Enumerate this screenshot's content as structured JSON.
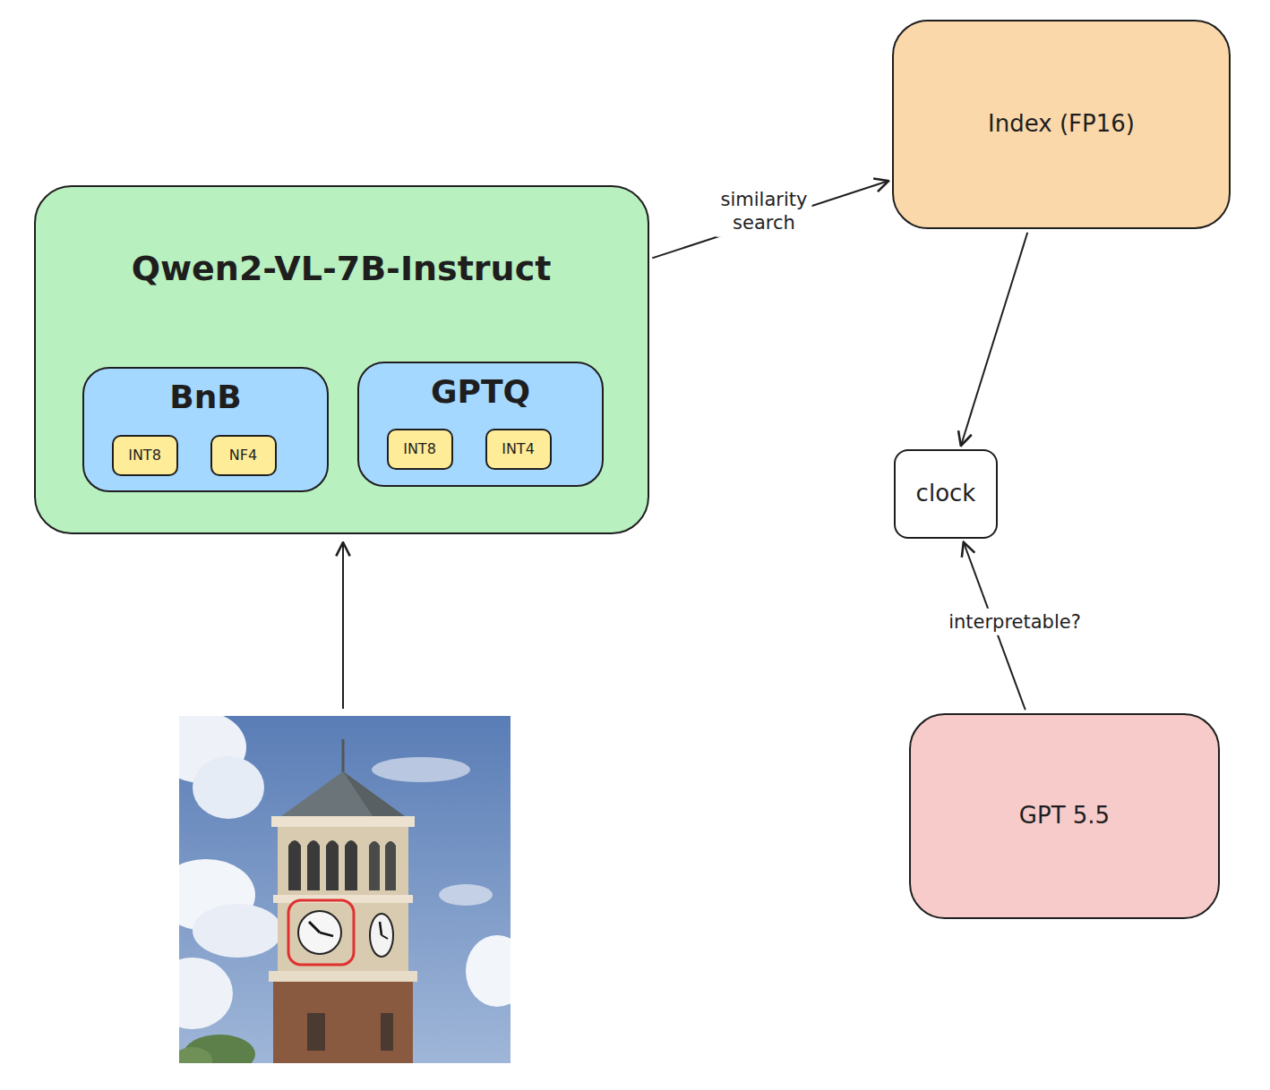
{
  "diagram": {
    "nodes": [
      {
        "text": [
          "Qwen2-VL-7B-Instruct"
        ]
      },
      {
        "text": [
          "BnB"
        ],
        "in": 0
      },
      {
        "text": [
          "INT8"
        ],
        "in": 1
      },
      {
        "text": [
          "NF4"
        ],
        "in": 1
      },
      {
        "text": [
          "GPTQ"
        ],
        "in": 0
      },
      {
        "text": [
          "INT8"
        ],
        "in": 4
      },
      {
        "text": [
          "INT4"
        ],
        "in": 4
      },
      {
        "text": [
          "Index (FP16)"
        ]
      },
      {
        "text": [
          "clock"
        ]
      },
      {
        "text": [
          "GPT 5.5"
        ]
      }
    ],
    "edges": [
      {
        "from": 0,
        "to": 7,
        "label": "similarity search",
        "arrow": "to"
      },
      {
        "from": 7,
        "to": 8,
        "arrow": "to"
      },
      {
        "from": 9,
        "to": 8,
        "label": "interpretable?",
        "arrow": "to"
      }
    ]
  }
}
